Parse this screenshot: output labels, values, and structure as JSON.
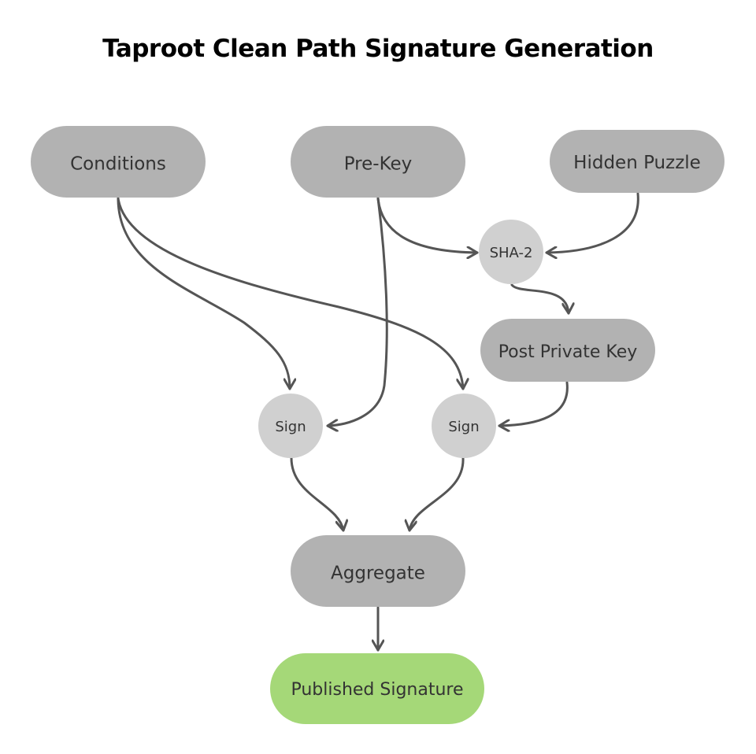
{
  "title": "Taproot Clean Path Signature Generation",
  "colors": {
    "node_fill": "#b2b2b2",
    "circle_fill": "#d0d0d0",
    "output_fill": "#a5d878",
    "edge": "#555555",
    "text": "#333333"
  },
  "nodes": {
    "conditions": "Conditions",
    "pre_key": "Pre-Key",
    "hidden_puzzle": "Hidden Puzzle",
    "sha2": "SHA-2",
    "post_private_key": "Post Private Key",
    "sign_left": "Sign",
    "sign_right": "Sign",
    "aggregate": "Aggregate",
    "published_signature": "Published Signature"
  },
  "edges": [
    {
      "from": "conditions",
      "to": "sign_left"
    },
    {
      "from": "conditions",
      "to": "sign_right"
    },
    {
      "from": "pre_key",
      "to": "sign_left"
    },
    {
      "from": "pre_key",
      "to": "sha2"
    },
    {
      "from": "hidden_puzzle",
      "to": "sha2"
    },
    {
      "from": "sha2",
      "to": "post_private_key"
    },
    {
      "from": "post_private_key",
      "to": "sign_right"
    },
    {
      "from": "sign_left",
      "to": "aggregate"
    },
    {
      "from": "sign_right",
      "to": "aggregate"
    },
    {
      "from": "aggregate",
      "to": "published_signature"
    }
  ]
}
